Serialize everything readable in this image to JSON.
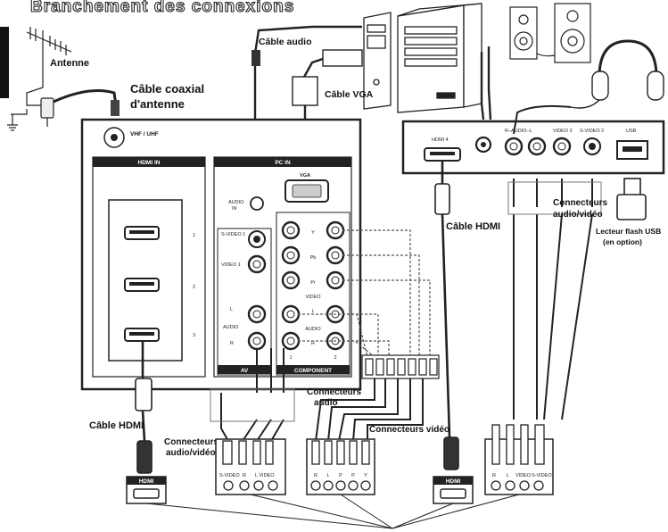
{
  "title_fragment": "Branchement des connexions",
  "labels": {
    "antenna": "Antenne",
    "coax_line1": "Câble coaxial",
    "coax_line2": "d'antenne",
    "audio_cable": "Câble audio",
    "vga_cable": "Câble VGA",
    "hdmi_cable_center": "Câble HDMI",
    "hdmi_cable_left": "Câble HDMI",
    "av_connectors_right_1": "Connecteurs",
    "av_connectors_right_2": "audio/vidéo",
    "usb_line1": "Lecteur flash USB",
    "usb_line2": "(en option)",
    "audio_connectors_1": "Connecteurs",
    "audio_connectors_2": "audio",
    "video_connectors": "Connecteurs vidéo",
    "av_connectors_left_1": "Connecteurs",
    "av_connectors_left_2": "audio/vidéo"
  },
  "tv_panel": {
    "vhf_uhf": "VHF / UHF",
    "hdmi_in": "HDMI IN",
    "pc_in": "PC IN",
    "vga": "VGA",
    "audio_in_1": "AUDIO",
    "audio_in_2": "IN",
    "hdmi_ports": [
      "1",
      "2",
      "3"
    ],
    "svideo1": "S-VIDEO 1",
    "video1": "VIDEO 1",
    "audio_l": "L",
    "audio_word": "AUDIO",
    "audio_r": "R",
    "comp_y": "Y",
    "comp_pb": "Pb",
    "comp_pr": "Pr",
    "comp_video": "VIDEO",
    "av_bar": "AV",
    "component_bar": "COMPONENT",
    "num_1": "1",
    "num_2": "2"
  },
  "side_panel": {
    "hdmi4": "HDMI 4",
    "r_audio_l": "R–AUDIO–L",
    "video2": "VIDEO 2",
    "svideo2": "S-VIDEO 2",
    "usb": "USB"
  },
  "devices": {
    "hdmi_a": "HDMI",
    "hdmi_b": "HDMI",
    "left_labels": [
      "S-VIDEO",
      "R",
      "L VIDEO"
    ],
    "mid_labels": [
      "R",
      "L",
      "P",
      "P",
      "Y"
    ],
    "right_labels": [
      "R",
      "L",
      "VIDEO",
      "S-VIDEO"
    ]
  }
}
